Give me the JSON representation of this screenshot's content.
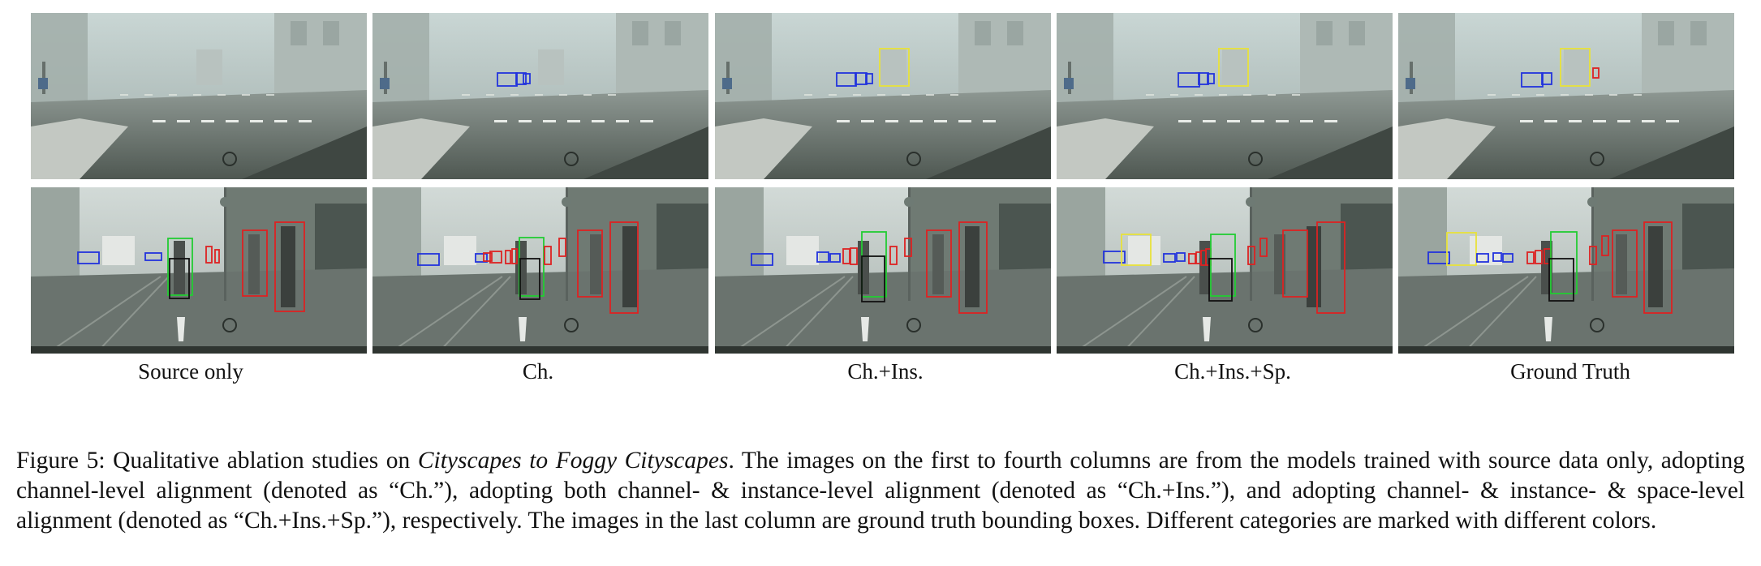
{
  "figure": {
    "columns": [
      {
        "label": "Source only"
      },
      {
        "label": "Ch."
      },
      {
        "label": "Ch.+Ins."
      },
      {
        "label": "Ch.+Ins.+Sp."
      },
      {
        "label": "Ground Truth"
      }
    ],
    "box_colors": {
      "blue": "#2233dd",
      "yellow": "#e8e23a",
      "red": "#dd2222",
      "green": "#22cc33",
      "black": "#111111"
    }
  },
  "caption": {
    "prefix": "Figure 5: Qualitative ablation studies on ",
    "dataset": "Cityscapes to Foggy Cityscapes",
    "body": ". The images on the first to fourth columns are from the models trained with source data only, adopting channel-level alignment (denoted as “Ch.”), adopting both channel- & instance-level alignment (denoted as “Ch.+Ins.”), and adopting channel- & instance- & space-level alignment (denoted as “Ch.+Ins.+Sp.”), respectively. The images in the last column are ground truth bounding boxes. Different categories are marked with different colors."
  }
}
